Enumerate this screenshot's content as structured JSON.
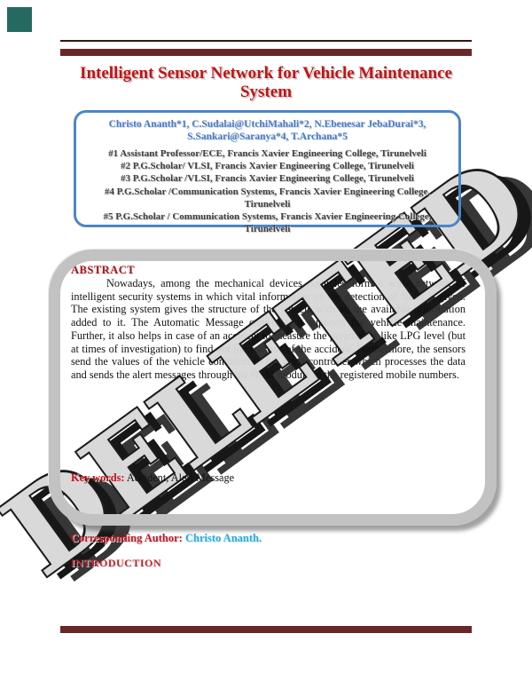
{
  "title": {
    "line1": "Intelligent Sensor Network for Vehicle Maintenance",
    "line2": "System"
  },
  "author_box": {
    "authors": "Christo Ananth*1, C.Sudalai@UtchiMahali*2, N.Ebenesar JebaDurai*3, S.Sankari@Saranya*4, T.Archana*5",
    "affiliations": [
      "#1 Assistant Professor/ECE, Francis Xavier Engineering College, Tirunelveli",
      "#2 P.G.Scholar/ VLSI, Francis Xavier Engineering College, Tirunelveli",
      "#3 P.G.Scholar /VLSI, Francis Xavier Engineering College, Tirunelveli",
      "#4 P.G.Scholar /Communication Systems, Francis Xavier Engineering College, Tirunelveli",
      "#5 P.G.Scholar / Communication Systems, Francis Xavier Engineering College, Tirunelveli"
    ]
  },
  "abstract": {
    "label": "ABSTRACT",
    "body": "Nowadays, among the mechanical devices, vehicles form a wide network of intelligent security systems in which vital information on the detection of faults is given. The existing system gives the structure of the vehicle with all the available information added to it. The Automatic Message control unit supports the vehicle maintenance. Further, it also helps in case of an accident to measure the parameters like LPG level (but at times of investigation) to find out the reasons of the accident. Furthermore, the sensors send the values of the vehicle condition to the microcontroller which processes the data and sends the alert messages through the GSM module to the registered mobile numbers.",
    "keywords_label": "Key words:",
    "keywords": "Accident, Alert Message"
  },
  "watermark": {
    "text": "DELETED"
  },
  "footer": {
    "corresponding_label": "Corresponding Author:",
    "corresponding_name": "Christo Ananth.",
    "introduction_label": "INTRODUCTION"
  },
  "colors": {
    "maroon_bar": "#682827",
    "title_red": "#c31313",
    "author_blue": "#4a7bbf",
    "box_border_blue": "#4a86c8",
    "abstract_label_red": "#b01217",
    "keywords_red": "#cc1016",
    "corresponding_red": "#c41824",
    "name_cyan": "#29abe2",
    "intro_red": "#c2262b",
    "teal_square": "#256a61",
    "watermark_gray": "#d8d8d8"
  }
}
